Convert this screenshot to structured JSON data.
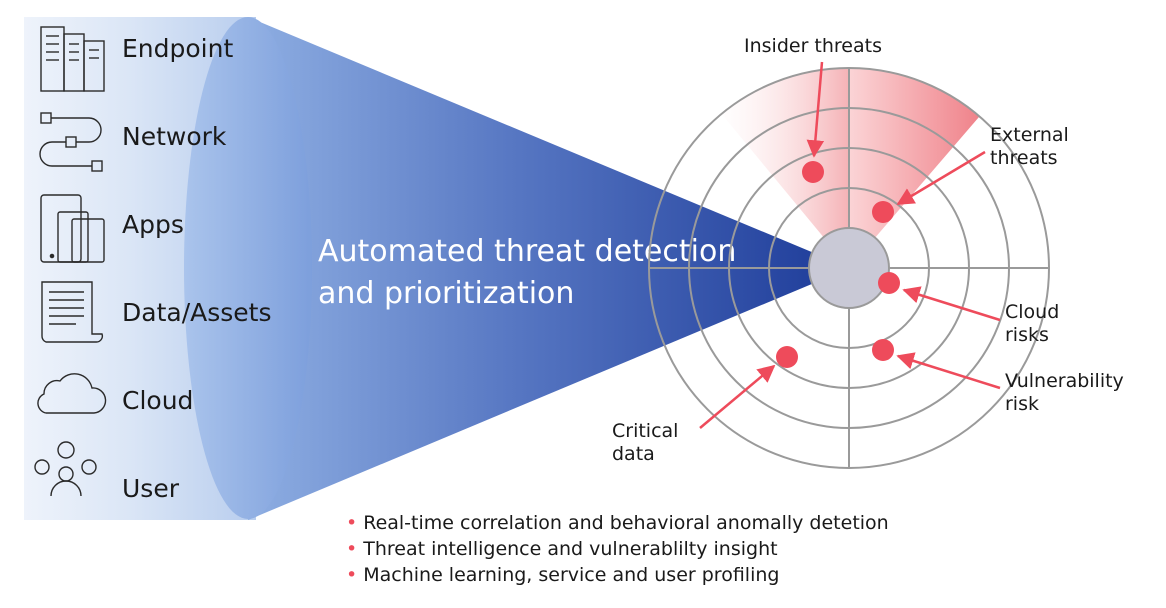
{
  "sources": [
    {
      "label": "Endpoint",
      "icon": "server-rack-icon"
    },
    {
      "label": "Network",
      "icon": "network-topology-icon"
    },
    {
      "label": "Apps",
      "icon": "devices-icon"
    },
    {
      "label": "Data/Assets",
      "icon": "document-icon"
    },
    {
      "label": "Cloud",
      "icon": "cloud-icon"
    },
    {
      "label": "User",
      "icon": "users-icon"
    }
  ],
  "funnel": {
    "line1": "Automated threat detection",
    "line2": "and prioritization"
  },
  "radar": {
    "labels": {
      "insider": "Insider threats",
      "external_1": "External",
      "external_2": "threats",
      "cloud_1": "Cloud",
      "cloud_2": "risks",
      "vuln_1": "Vulnerability",
      "vuln_2": "risk",
      "critical_1": "Critical",
      "critical_2": "data"
    }
  },
  "bullets": [
    "Real-time correlation and behavioral anomally detetion",
    "Threat intelligence and vulnerablilty insight",
    "Machine learning, service and user profiling"
  ],
  "colors": {
    "funnel_light": "#a9c3ea",
    "funnel_dark": "#1c3a98",
    "threat_red": "#ee4b5b",
    "ring_gray": "#9a9a9a",
    "core_gray": "#c9c9d6"
  }
}
